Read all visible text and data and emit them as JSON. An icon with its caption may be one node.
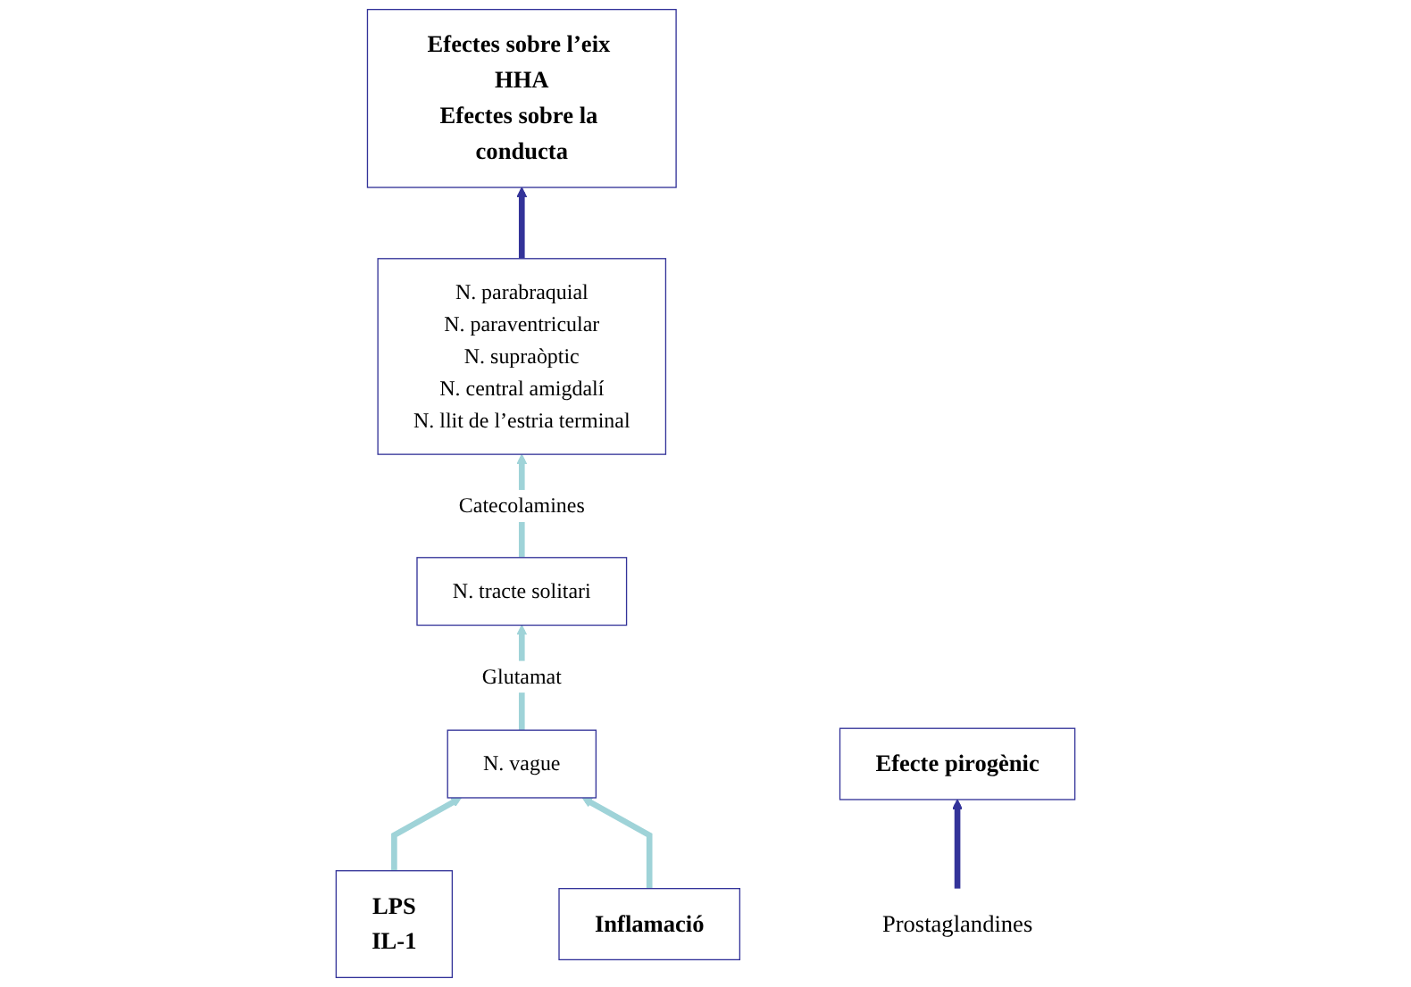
{
  "diagram": {
    "nodes": [
      {
        "text": [
          "N. parabraquial",
          "N. paraventricular",
          "N. supraòptic",
          "N. central  amigdalí",
          "N. llit  de l’estria terminal"
        ]
      },
      {
        "text": [
          "Efectes sobre l’eix HHA",
          "Efectes sobre la conducta"
        ]
      },
      {
        "text": [
          "N. tracte  solitari"
        ]
      },
      {
        "text": [
          "N. vague"
        ]
      },
      {
        "text": [
          "LPS",
          "IL-1"
        ]
      },
      {
        "text": [
          "Inflamació"
        ]
      },
      {
        "text": [
          "Efecte pirogènic"
        ]
      },
      {
        "text": [
          "Prostaglandines"
        ]
      }
    ],
    "edges": [
      {
        "from": 0,
        "to": 1,
        "arrow": "to",
        "color": "#333399"
      },
      {
        "from": 4,
        "to": 3,
        "arrow": "to"
      },
      {
        "from": 3,
        "to": 2,
        "arrow": "to",
        "label": "Glutamat"
      },
      {
        "from": 2,
        "to": 0,
        "arrow": "to",
        "label": "Catecolamines"
      },
      {
        "from": 5,
        "to": 3,
        "arrow": "to"
      },
      {
        "from": 7,
        "to": 6,
        "arrow": "to",
        "color": "#333399"
      }
    ]
  }
}
